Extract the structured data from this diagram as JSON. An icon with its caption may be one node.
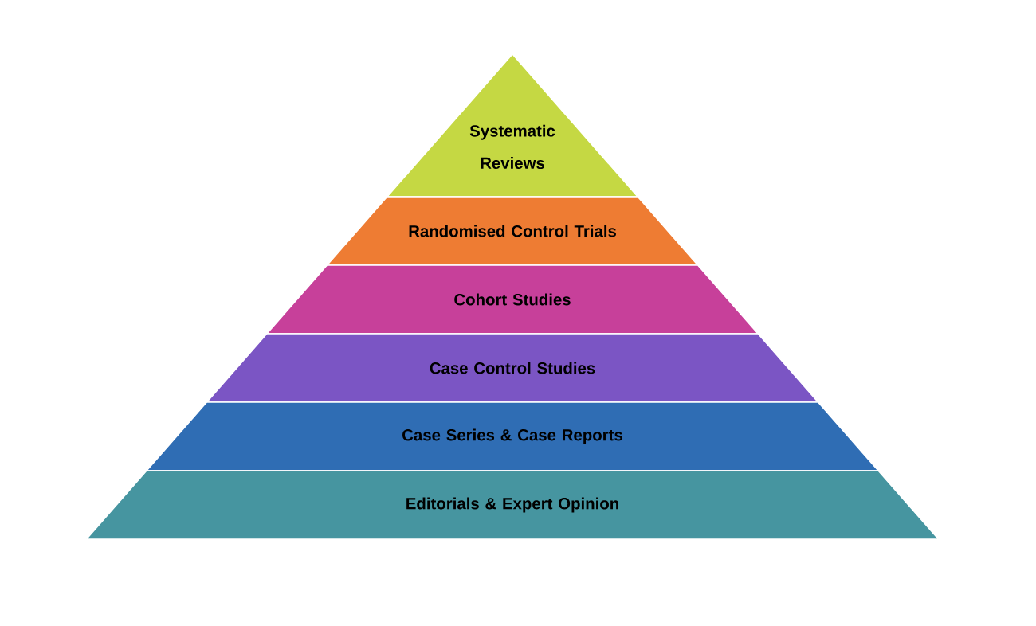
{
  "diagram": {
    "nodes": [
      {
        "text": [
          "Systematic Reviews"
        ]
      },
      {
        "text": [
          "Randomised Control Trials"
        ]
      },
      {
        "text": [
          "Cohort Studies"
        ]
      },
      {
        "text": [
          "Case Control Studies"
        ]
      },
      {
        "text": [
          "Case Series & Case Reports"
        ]
      },
      {
        "text": [
          "Editorials & Expert Opinion"
        ]
      }
    ]
  }
}
